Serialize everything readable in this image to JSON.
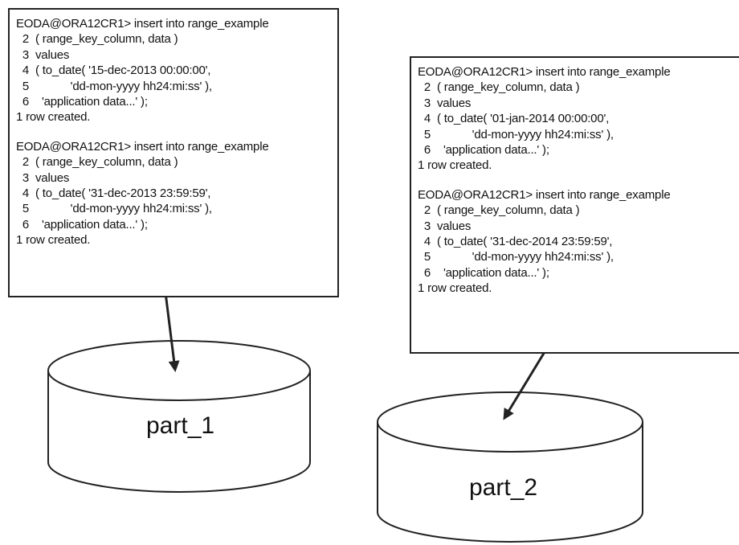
{
  "box1": {
    "lines": [
      "EODA@ORA12CR1> insert into range_example",
      "  2  ( range_key_column, data )",
      "  3  values",
      "  4  ( to_date( '15-dec-2013 00:00:00',",
      "  5             'dd-mon-yyyy hh24:mi:ss' ),",
      "  6    'application data...' );",
      "1 row created.",
      "",
      "EODA@ORA12CR1> insert into range_example",
      "  2  ( range_key_column, data )",
      "  3  values",
      "  4  ( to_date( '31-dec-2013 23:59:59',",
      "  5             'dd-mon-yyyy hh24:mi:ss' ),",
      "  6    'application data...' );",
      "1 row created."
    ]
  },
  "box2": {
    "lines": [
      "EODA@ORA12CR1> insert into range_example",
      "  2  ( range_key_column, data )",
      "  3  values",
      "  4  ( to_date( '01-jan-2014 00:00:00',",
      "  5             'dd-mon-yyyy hh24:mi:ss' ),",
      "  6    'application data...' );",
      "1 row created.",
      "",
      "EODA@ORA12CR1> insert into range_example",
      "  2  ( range_key_column, data )",
      "  3  values",
      "  4  ( to_date( '31-dec-2014 23:59:59',",
      "  5             'dd-mon-yyyy hh24:mi:ss' ),",
      "  6    'application data...' );",
      "1 row created."
    ]
  },
  "partitions": {
    "part1": "part_1",
    "part2": "part_2"
  },
  "colors": {
    "stroke": "#222222",
    "background": "#ffffff"
  }
}
